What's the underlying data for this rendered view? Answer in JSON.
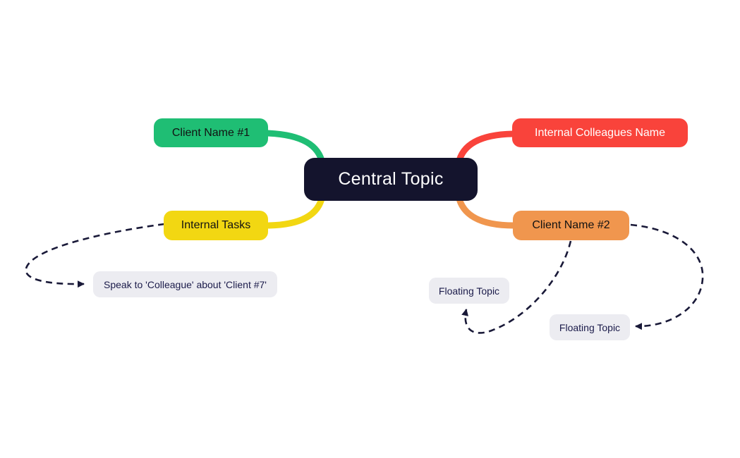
{
  "app": {
    "type": "mind-map"
  },
  "colors": {
    "background": "#ffffff",
    "central_bg": "#14142D",
    "central_text": "#ffffff",
    "green": "#1FBE74",
    "red": "#F9433B",
    "yellow": "#F2D712",
    "orange": "#F0964E",
    "gray_node_bg": "#ECECF1",
    "dark_text": "#121212",
    "navy_text": "#1B1B4A",
    "line": "#191938"
  },
  "nodes": {
    "central": {
      "label": "Central Topic"
    },
    "client1": {
      "label": "Client Name #1"
    },
    "colleagues": {
      "label": "Internal Colleagues Name"
    },
    "tasks": {
      "label": "Internal Tasks"
    },
    "client2": {
      "label": "Client Name #2"
    },
    "speak": {
      "label": "Speak to 'Colleague' about 'Client #7'"
    },
    "floating1": {
      "label": "Floating Topic"
    },
    "floating2": {
      "label": "Floating Topic"
    }
  },
  "connections": [
    {
      "from": "Central Topic",
      "to": "Client Name #1",
      "style": "solid-branch",
      "color": "#1FBE74"
    },
    {
      "from": "Central Topic",
      "to": "Internal Colleagues Name",
      "style": "solid-branch",
      "color": "#F9433B"
    },
    {
      "from": "Central Topic",
      "to": "Internal Tasks",
      "style": "solid-branch",
      "color": "#F2D712"
    },
    {
      "from": "Central Topic",
      "to": "Client Name #2",
      "style": "solid-branch",
      "color": "#F0964E"
    },
    {
      "from": "Internal Tasks",
      "to": "Speak to 'Colleague' about 'Client #7'",
      "style": "dashed-arrow",
      "color": "#191938"
    },
    {
      "from": "Client Name #2",
      "to": "Floating Topic (left)",
      "style": "dashed-arrow",
      "color": "#191938"
    },
    {
      "from": "Client Name #2",
      "to": "Floating Topic (right)",
      "style": "dashed-arrow",
      "color": "#191938"
    }
  ]
}
